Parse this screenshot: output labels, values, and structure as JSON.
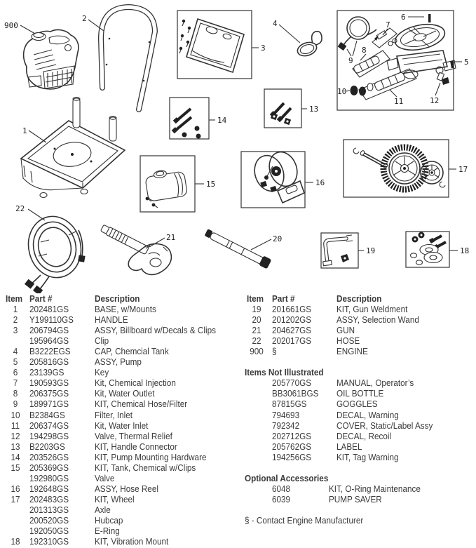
{
  "callouts": {
    "n900": "900",
    "n1": "1",
    "n2": "2",
    "n3": "3",
    "n4": "4",
    "n5": "5",
    "n6": "6",
    "n7": "7",
    "n8": "8",
    "n9": "9",
    "n10": "10",
    "n11": "11",
    "n12": "12",
    "n13": "13",
    "n14": "14",
    "n15": "15",
    "n16": "16",
    "n17": "17",
    "n18": "18",
    "n19": "19",
    "n20": "20",
    "n21": "21",
    "n22": "22"
  },
  "left_table": {
    "headers": {
      "item": "Item",
      "part": "Part #",
      "desc": "Description"
    },
    "rows": [
      {
        "item": "1",
        "part": "202481GS",
        "desc": "BASE, w/Mounts"
      },
      {
        "item": "2",
        "part": "Y199110GS",
        "desc": "HANDLE"
      },
      {
        "item": "3",
        "part": "206794GS",
        "desc": "ASSY, Billboard w/Decals & Clips"
      },
      {
        "item": "",
        "part": "195964GS",
        "desc": "Clip"
      },
      {
        "item": "4",
        "part": "B3222EGS",
        "desc": "CAP, Chemcial Tank"
      },
      {
        "item": "5",
        "part": "205816GS",
        "desc": "ASSY, Pump"
      },
      {
        "item": "6",
        "part": "23139GS",
        "desc": "Key"
      },
      {
        "item": "7",
        "part": "190593GS",
        "desc": "Kit, Chemical Injection"
      },
      {
        "item": "8",
        "part": "206375GS",
        "desc": "Kit, Water Outlet"
      },
      {
        "item": "9",
        "part": "189971GS",
        "desc": "KIT, Chemical Hose/Filter"
      },
      {
        "item": "10",
        "part": "B2384GS",
        "desc": "Filter, Inlet"
      },
      {
        "item": "11",
        "part": "206374GS",
        "desc": "Kit, Water Inlet"
      },
      {
        "item": "12",
        "part": "194298GS",
        "desc": "Valve, Thermal Relief"
      },
      {
        "item": "13",
        "part": "B2203GS",
        "desc": "KIT, Handle Connector"
      },
      {
        "item": "14",
        "part": "203526GS",
        "desc": "KIT, Pump Mounting Hardware"
      },
      {
        "item": "15",
        "part": "205369GS",
        "desc": "KIT, Tank, Chemical w/Clips"
      },
      {
        "item": "",
        "part": "192980GS",
        "desc": "Valve"
      },
      {
        "item": "16",
        "part": "192648GS",
        "desc": "ASSY, Hose Reel"
      },
      {
        "item": "17",
        "part": "202483GS",
        "desc": "KIT, Wheel"
      },
      {
        "item": "",
        "part": "201313GS",
        "desc": "Axle"
      },
      {
        "item": "",
        "part": "200520GS",
        "desc": "Hubcap"
      },
      {
        "item": "",
        "part": "192050GS",
        "desc": "E-Ring"
      },
      {
        "item": "18",
        "part": "192310GS",
        "desc": "KIT, Vibration Mount"
      }
    ]
  },
  "right_table": {
    "headers": {
      "item": "Item",
      "part": "Part #",
      "desc": "Description"
    },
    "rows": [
      {
        "item": "19",
        "part": "201661GS",
        "desc": "KIT, Gun Weldment"
      },
      {
        "item": "20",
        "part": "201202GS",
        "desc": "ASSY, Selection Wand"
      },
      {
        "item": "21",
        "part": "204627GS",
        "desc": "GUN"
      },
      {
        "item": "22",
        "part": "202017GS",
        "desc": "HOSE"
      },
      {
        "item": "900",
        "part": "§",
        "desc": "ENGINE"
      }
    ],
    "not_illustrated": {
      "title": "Items Not Illustrated",
      "rows": [
        {
          "part": "205770GS",
          "desc": "MANUAL, Operator’s"
        },
        {
          "part": "BB3061BGS",
          "desc": "OIL BOTTLE"
        },
        {
          "part": "87815GS",
          "desc": "GOGGLES"
        },
        {
          "part": "794693",
          "desc": "DECAL, Warning"
        },
        {
          "part": "792342",
          "desc": "COVER, Static/Label Assy"
        },
        {
          "part": "202712GS",
          "desc": "DECAL, Recoil"
        },
        {
          "part": "205762GS",
          "desc": "LABEL"
        },
        {
          "part": "194256GS",
          "desc": "KIT, Tag Warning"
        }
      ]
    },
    "optional": {
      "title": "Optional Accessories",
      "rows": [
        {
          "part": "6048",
          "desc": "KIT, O-Ring Maintenance"
        },
        {
          "part": "6039",
          "desc": "PUMP SAVER"
        }
      ]
    },
    "footnote": "§ - Contact Engine Manufacturer"
  }
}
